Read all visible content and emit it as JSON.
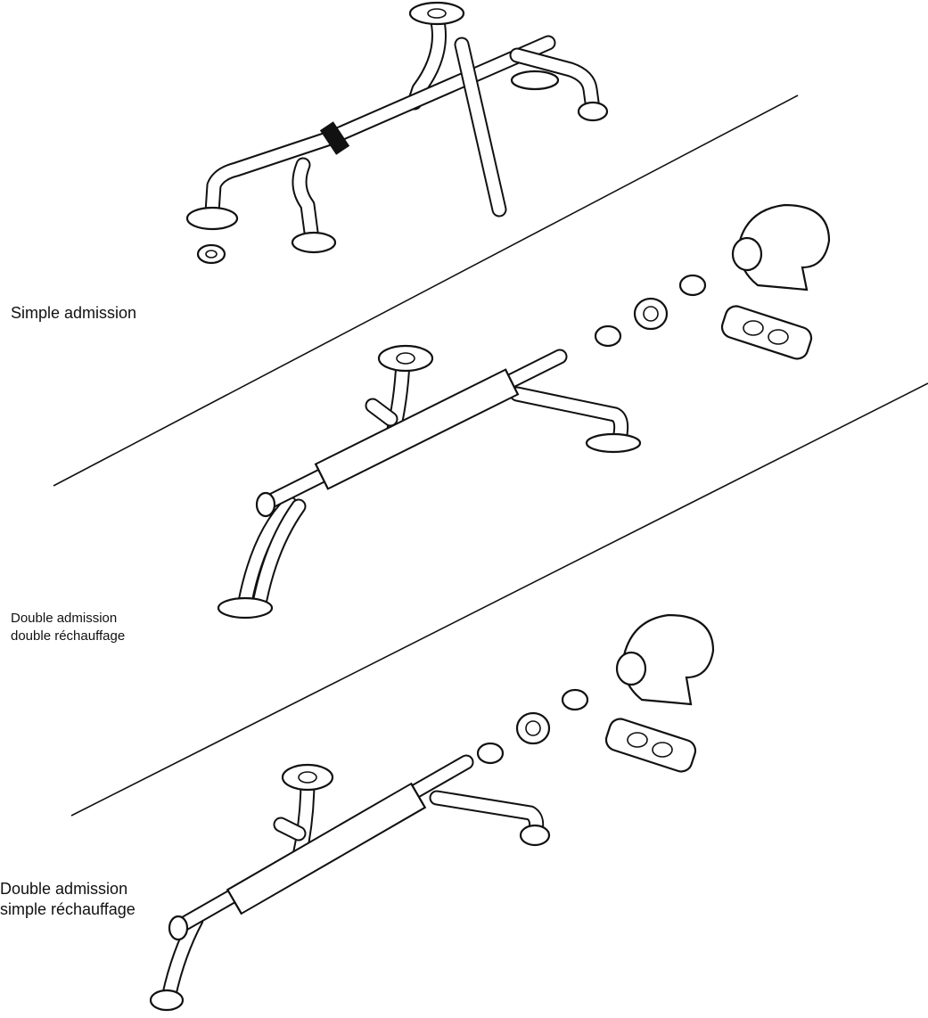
{
  "labels": {
    "simple": "Simple admission",
    "double_double_line1": "Double admission",
    "double_double_line2": "double réchauffage",
    "double_simple_line1": "Double admission",
    "double_simple_line2": "simple réchauffage"
  },
  "colors": {
    "ink": "#111111",
    "background": "#ffffff"
  }
}
